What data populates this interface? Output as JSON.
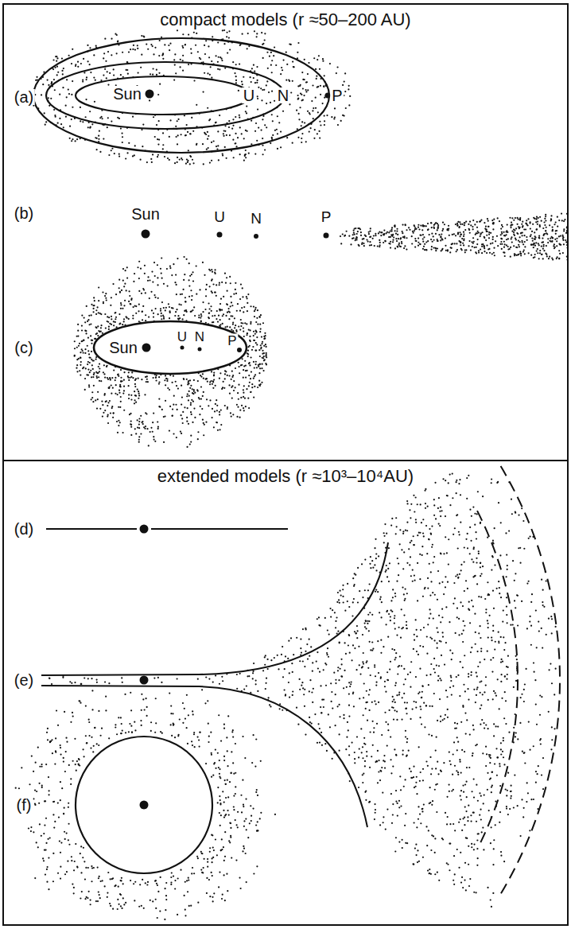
{
  "diagram": {
    "nodes": [
      {
        "text": [
          "compact models (r ≈50–200 AU)"
        ]
      },
      {
        "text": [
          "extended models (r ≈10³–10⁴AU)"
        ]
      }
    ],
    "labels": [
      "(a)",
      "Sun",
      "U",
      "N",
      "P",
      "(b)",
      "Sun",
      "U",
      "N",
      "P",
      "(c)",
      "Sun",
      "U",
      "N",
      "P",
      "(d)",
      "(e)",
      "(f)"
    ]
  }
}
